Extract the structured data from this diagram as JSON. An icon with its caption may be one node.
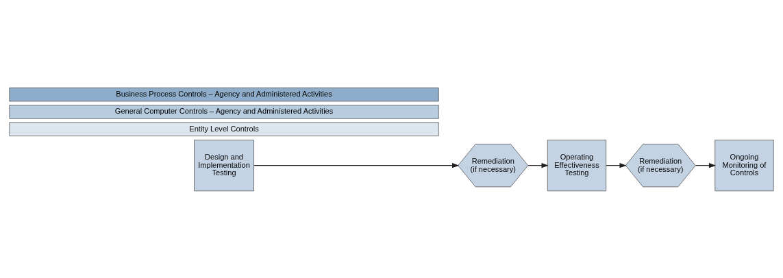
{
  "diagram": {
    "nodes": [
      {
        "text": [
          "Design and Implementation Testing"
        ]
      },
      {
        "text": [
          "Remediation (if necessary)"
        ]
      },
      {
        "text": [
          "Operating Effectiveness Testing"
        ]
      },
      {
        "text": [
          "Remediation (if necessary)"
        ]
      },
      {
        "text": [
          "Ongoing Monitoring of Controls"
        ]
      },
      {
        "text": [
          "Entity Level Controls"
        ]
      },
      {
        "text": [
          "General Computer Controls – Agency and Administered Activities"
        ]
      },
      {
        "text": [
          "Business Process Controls – Agency and Administered Activities"
        ]
      }
    ],
    "edges": [
      {
        "from": 0,
        "to": 1,
        "arrow": "to"
      },
      {
        "from": 1,
        "to": 2,
        "arrow": "to"
      },
      {
        "from": 2,
        "to": 3,
        "arrow": "to"
      },
      {
        "from": 3,
        "to": 4,
        "arrow": "to"
      }
    ]
  }
}
